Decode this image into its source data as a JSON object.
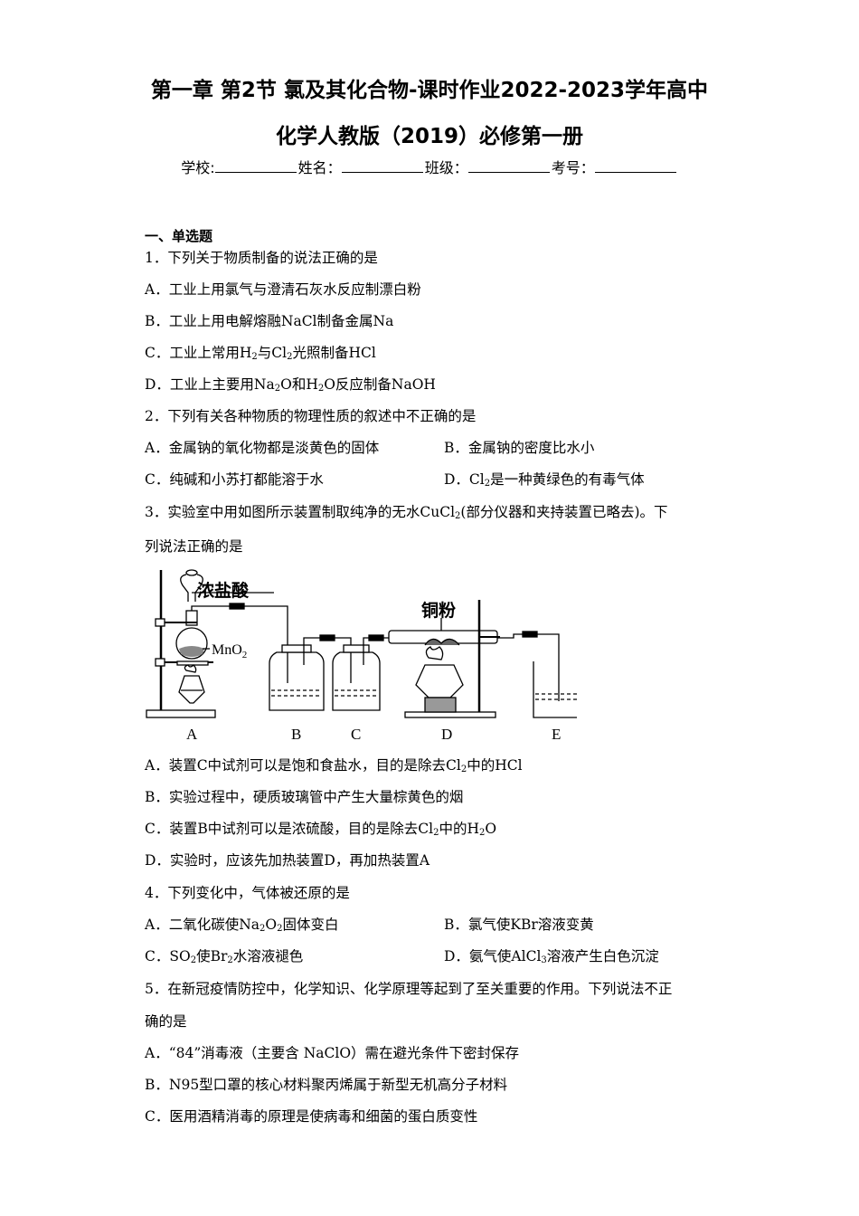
{
  "header": {
    "title_line1": "第一章 第2节 氯及其化合物-课时作业2022-2023学年高中",
    "title_line2": "化学人教版（2019）必修第一册",
    "school_label": "学校:",
    "name_label": "姓名：",
    "class_label": "班级：",
    "number_label": "考号："
  },
  "section": {
    "title": "一、单选题"
  },
  "questions": {
    "q1": {
      "stem": "1．下列关于物质制备的说法正确的是",
      "a": "A．工业上用氯气与澄清石灰水反应制漂白粉",
      "b": "B．工业上用电解熔融NaCl制备金属Na",
      "c_pre": "C．工业上常用H",
      "c_mid": "与Cl",
      "c_post": "光照制备HCl",
      "d_pre": "D．工业上主要用Na",
      "d_mid1": "O和H",
      "d_post": "O反应制备NaOH"
    },
    "q2": {
      "stem": "2．下列有关各种物质的物理性质的叙述中不正确的是",
      "a": "A．金属钠的氧化物都是淡黄色的固体",
      "b": "B．金属钠的密度比水小",
      "c": "C．纯碱和小苏打都能溶于水",
      "d_pre": "D．Cl",
      "d_post": "是一种黄绿色的有毒气体"
    },
    "q3": {
      "stem_line1_pre": "3．实验室中用如图所示装置制取纯净的无水CuCl",
      "stem_line1_post": "(部分仪器和夹持装置已略去)。下",
      "stem_line2": "列说法正确的是",
      "figure": {
        "label_hcl": "浓盐酸",
        "label_mno2": "MnO",
        "label_cu": "铜粉",
        "label_a": "A",
        "label_b": "B",
        "label_c": "C",
        "label_d": "D",
        "label_e": "E"
      },
      "a_pre": "A．装置C中试剂可以是饱和食盐水，目的是除去Cl",
      "a_post": "中的HCl",
      "b": "B．实验过程中，硬质玻璃管中产生大量棕黄色的烟",
      "c_pre": "C．装置B中试剂可以是浓硫酸，目的是除去Cl",
      "c_mid": "中的H",
      "c_post": "O",
      "d": "D．实验时，应该先加热装置D，再加热装置A"
    },
    "q4": {
      "stem": "4．下列变化中，气体被还原的是",
      "a_pre": "A．二氧化碳使Na",
      "a_mid": "O",
      "a_post": "固体变白",
      "b": "B．氯气使KBr溶液变黄",
      "c_pre": "C．SO",
      "c_mid": "使Br",
      "c_post": "水溶液褪色",
      "d_pre": "D．氨气使AlCl",
      "d_post": "溶液产生白色沉淀"
    },
    "q5": {
      "stem_line1": "5．在新冠疫情防控中，化学知识、化学原理等起到了至关重要的作用。下列说法不正",
      "stem_line2": "确的是",
      "a": "A．“84”消毒液（主要含 NaClO）需在避光条件下密封保存",
      "b": "B．N95型口罩的核心材料聚丙烯属于新型无机高分子材料",
      "c": "C．医用酒精消毒的原理是使病毒和细菌的蛋白质变性"
    }
  }
}
